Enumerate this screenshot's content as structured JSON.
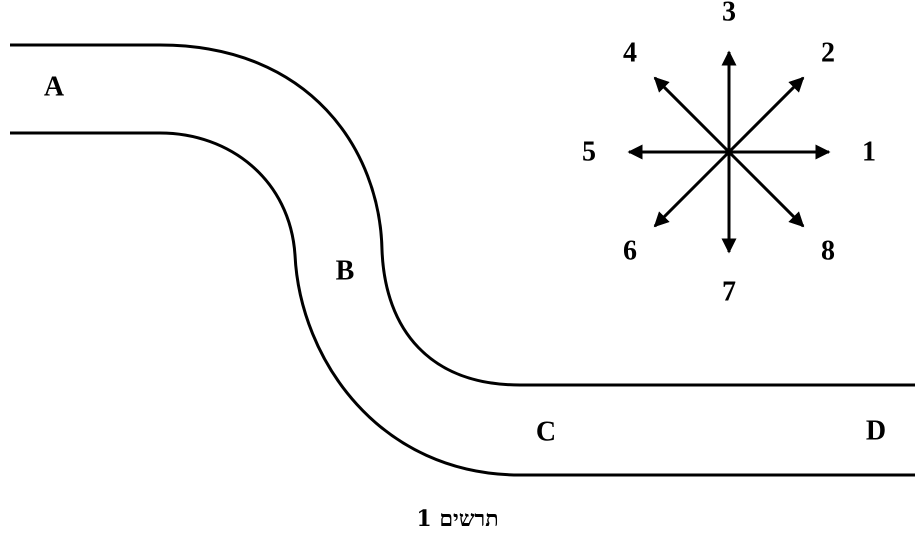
{
  "road": {
    "points": [
      {
        "id": "a",
        "label": "A"
      },
      {
        "id": "b",
        "label": "B"
      },
      {
        "id": "c",
        "label": "C"
      },
      {
        "id": "d",
        "label": "D"
      }
    ]
  },
  "compass": {
    "directions": [
      {
        "label": "1",
        "angle_deg": 0
      },
      {
        "label": "2",
        "angle_deg": 45
      },
      {
        "label": "3",
        "angle_deg": 90
      },
      {
        "label": "4",
        "angle_deg": 135
      },
      {
        "label": "5",
        "angle_deg": 180
      },
      {
        "label": "6",
        "angle_deg": 225
      },
      {
        "label": "7",
        "angle_deg": 270
      },
      {
        "label": "8",
        "angle_deg": 315
      }
    ]
  },
  "caption": "תרשים 1"
}
